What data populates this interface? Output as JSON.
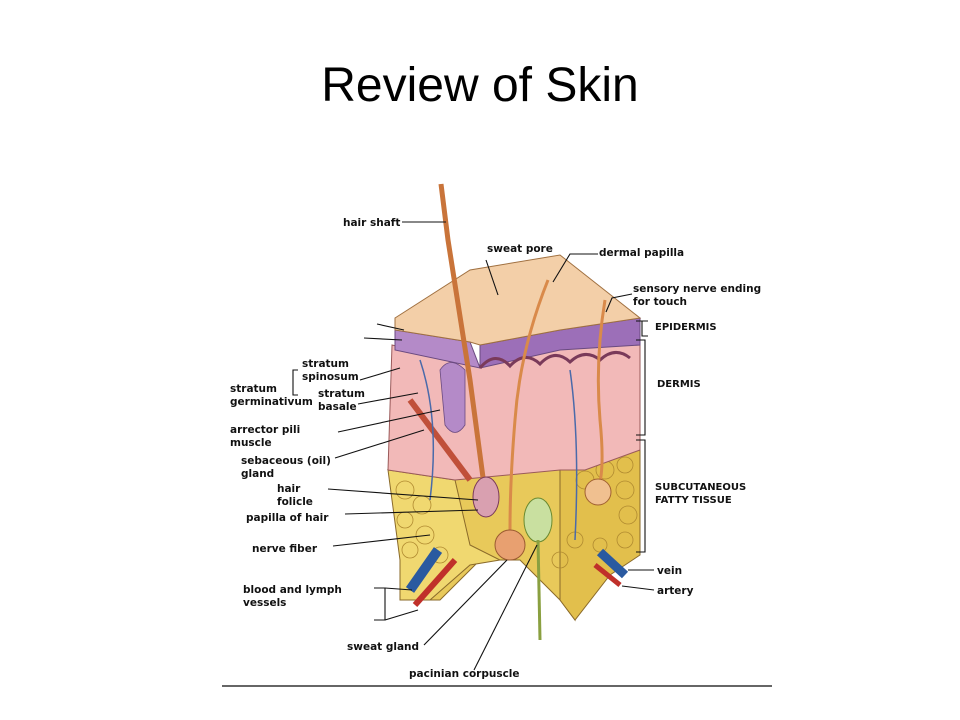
{
  "title": "Review of Skin",
  "diagram": {
    "labels": {
      "hair_shaft": "hair shaft",
      "sweat_pore": "sweat pore",
      "dermal_papilla": "dermal papilla",
      "sensory_nerve_line1": "sensory nerve ending",
      "sensory_nerve_line2": "for touch",
      "stratum_spinosum_line1": "stratum",
      "stratum_spinosum_line2": "spinosum",
      "stratum_basale_line1": "stratum",
      "stratum_basale_line2": "basale",
      "stratum_germinativum_line1": "stratum",
      "stratum_germinativum_line2": "germinativum",
      "arrector_pili_line1": "arrector pili",
      "arrector_pili_line2": "muscle",
      "sebaceous_line1": "sebaceous (oil)",
      "sebaceous_line2": "gland",
      "hair_follicle_line1": "hair",
      "hair_follicle_line2": "folicle",
      "papilla_of_hair": "papilla of hair",
      "nerve_fiber": "nerve fiber",
      "blood_lymph_line1": "blood and lymph",
      "blood_lymph_line2": "vessels",
      "sweat_gland": "sweat gland",
      "pacinian_corpuscle": "pacinian corpuscle",
      "vein": "vein",
      "artery": "artery",
      "epidermis": "EPIDERMIS",
      "dermis": "DERMIS",
      "subcutaneous_line1": "SUBCUTANEOUS",
      "subcutaneous_line2": "FATTY TISSUE"
    }
  }
}
